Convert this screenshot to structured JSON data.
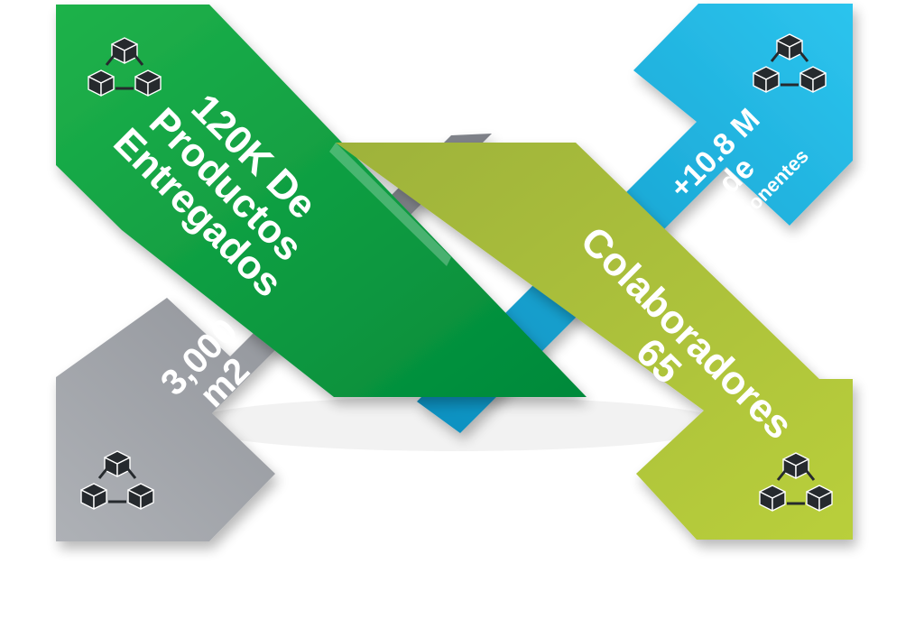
{
  "arrows": {
    "top_left": {
      "lines": [
        "120K De",
        "Productos",
        "Entregados"
      ],
      "color_start": "#1fb24a",
      "color_end": "#00893a",
      "icon": "blocks-network-icon"
    },
    "top_right": {
      "lines": [
        "+10.8 M",
        "de",
        "componentes"
      ],
      "color_start": "#2cc4ee",
      "color_end": "#0b8fbf",
      "icon": "blocks-network-icon"
    },
    "bottom_left": {
      "lines": [
        "3,000",
        "m2"
      ],
      "color_start": "#7d8087",
      "color_end": "#aeb1b6",
      "icon": "blocks-network-icon"
    },
    "bottom_right": {
      "lines": [
        "Colaboradores",
        "65"
      ],
      "color_start": "#9eb23a",
      "color_end": "#b9cf3a",
      "icon": "blocks-network-icon"
    }
  },
  "colors": {
    "icon": "#262a2e",
    "text": "#ffffff"
  }
}
